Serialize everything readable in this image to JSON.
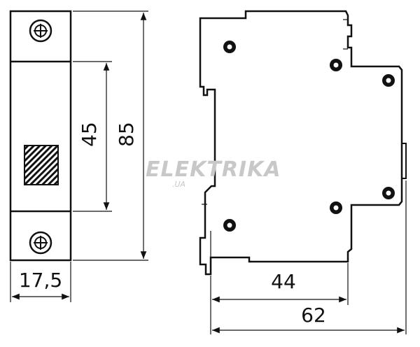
{
  "dimensions": {
    "width_label": "17,5",
    "height_label": "85",
    "window_label": "45",
    "depth_rail_label": "44",
    "depth_total_label": "62"
  },
  "watermark": {
    "brand": "ELEKTRIKA",
    "suffix": ".UA"
  }
}
